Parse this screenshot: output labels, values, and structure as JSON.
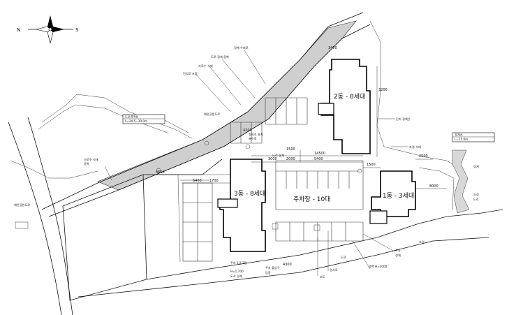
{
  "compass": {
    "north": "N",
    "south": "S"
  },
  "buildings": {
    "b1": "1동 - 3세대",
    "b2": "2동 - 8세대",
    "b3": "3동 - 8세대"
  },
  "parking": {
    "label": "주차장 - 10대"
  },
  "roads": {
    "main_road_left": "해안공원도로",
    "upper_road": "해안공원도로",
    "bottom_road": "도로"
  },
  "dimensions": {
    "d1": "4650",
    "d2": "4200",
    "d3": "3400",
    "d4": "1500",
    "d5": "1700",
    "d6": "6400",
    "d7": "8000",
    "d8": "3000",
    "d9": "2000",
    "d10": "14500",
    "d11": "5400",
    "d12": "4300",
    "d13": "3200",
    "d14": "2500",
    "d15": "1500"
  },
  "annotations": {
    "a1": "경계 우회로",
    "a2": "도로 경계 옹벽",
    "a3": "가로수 식재",
    "a4": "진입로 포장",
    "a5": "단지 경계선",
    "a6": "조경 식재",
    "a7": "정화조 설치",
    "a8": "배수로",
    "a9": "가로수 식재",
    "a10": "옹벽",
    "a11": "도로 경계",
    "a12": "주차 1,2,3면",
    "a13": "H=1,700",
    "a14": "도로 경계",
    "a15": "주차 출입구",
    "a16": "담장",
    "a17": "경사로",
    "a18": "보도",
    "a19": "주차",
    "a20": "경계",
    "a21": "옹벽 H=2000",
    "a22": "조경",
    "a23": "경계",
    "a24": "조경",
    "a25": "도로"
  },
  "boxes": {
    "box_left": "도로경계선",
    "box_left_sub": "L=34.5~39.0m",
    "box_right": "경계선",
    "box_right_sub": "L=15.0m"
  }
}
